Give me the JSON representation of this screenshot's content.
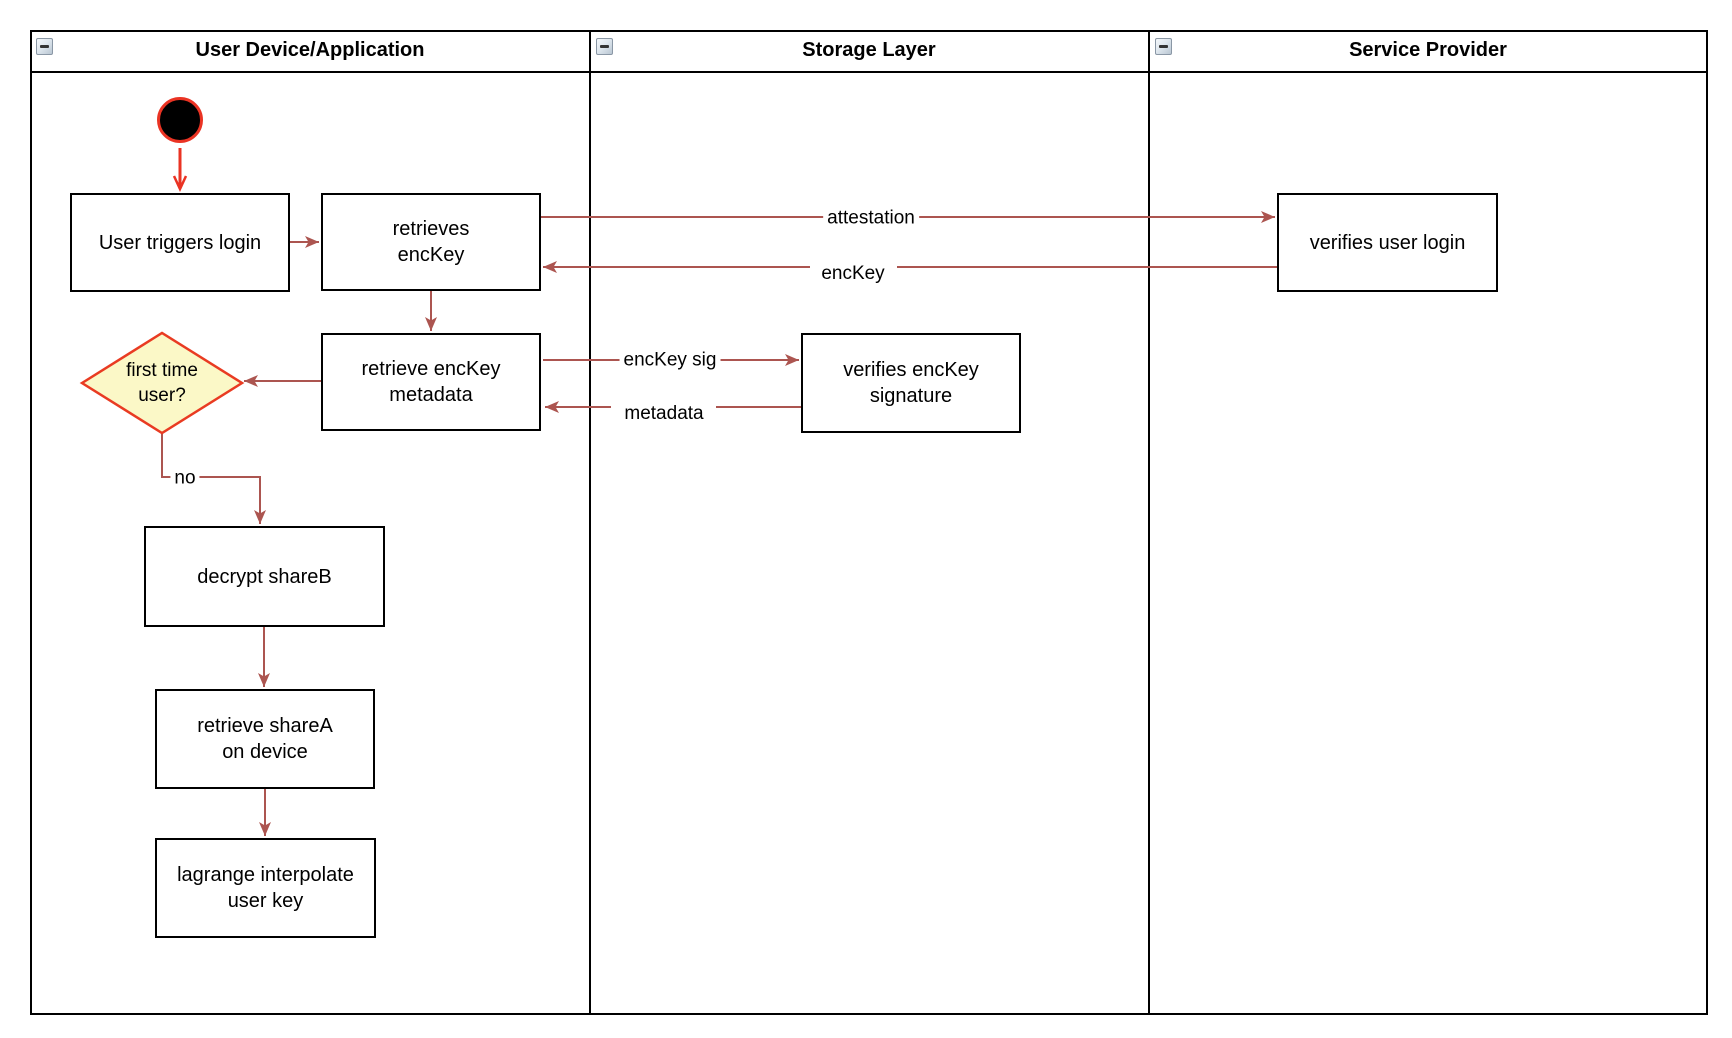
{
  "lanes": [
    {
      "title": "User Device/Application"
    },
    {
      "title": "Storage Layer"
    },
    {
      "title": "Service Provider"
    }
  ],
  "nodes": {
    "user_triggers_login": "User triggers login",
    "retrieves_enckey": "retrieves\nencKey",
    "retrieve_enckey_metadata": "retrieve encKey\nmetadata",
    "first_time_user": "first time\nuser?",
    "decrypt_shareb": "decrypt shareB",
    "retrieve_sharea_on_device": "retrieve shareA\non device",
    "lagrange_interpolate_user_key": "lagrange interpolate\nuser key",
    "verifies_enckey_signature": "verifies encKey\nsignature",
    "verifies_user_login": "verifies user login"
  },
  "edge_labels": {
    "attestation": "attestation",
    "enckey": "encKey",
    "enckey_sig": "encKey sig",
    "metadata": "metadata",
    "no": "no"
  },
  "colors": {
    "lane_border": "#000000",
    "node_stroke": "#000000",
    "node_fill": "#ffffff",
    "flow_arrow": "#AC5550",
    "start_red": "#EA3323",
    "decision_fill": "#FBF8C7",
    "decision_stroke": "#E93B22"
  }
}
